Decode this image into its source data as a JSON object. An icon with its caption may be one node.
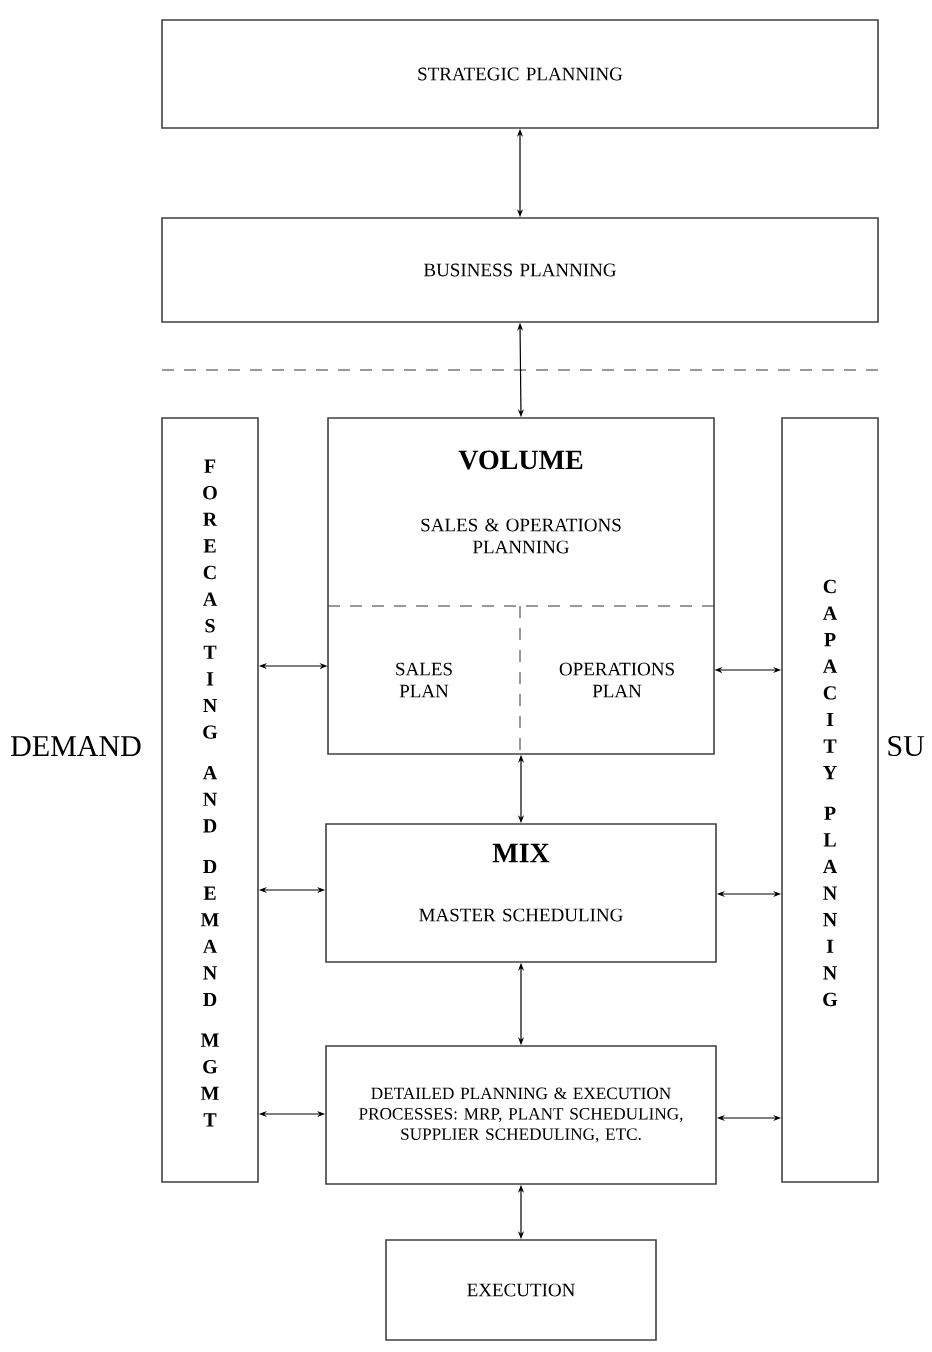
{
  "diagram": {
    "nodes": [
      {
        "text": [
          "STRATEGIC PLANNING"
        ]
      },
      {
        "text": [
          "BUSINESS PLANNING"
        ]
      },
      {
        "text": [
          "VOLUME",
          "SALES & OPERATIONS PLANNING"
        ]
      },
      {
        "text": [
          "SALES PLAN"
        ],
        "in": 2
      },
      {
        "text": [
          "OPERATIONS PLAN"
        ],
        "in": 2
      },
      {
        "text": [
          "FORECASTING AND DEMAND MGMT"
        ],
        "beside": [
          "DEMAND"
        ]
      },
      {
        "text": [
          "CAPACITY PLANNING"
        ],
        "beside": [
          "SU"
        ]
      },
      {
        "text": [
          "MIX",
          "MASTER SCHEDULING"
        ]
      },
      {
        "text": [
          "DETAILED PLANNING & EXECUTION PROCESSES: MRP, PLANT SCHEDULING, SUPPLIER SCHEDULING, ETC."
        ]
      },
      {
        "text": [
          "EXECUTION"
        ]
      }
    ],
    "edges": [
      {
        "from": 0,
        "to": 1,
        "arrow": "both"
      },
      {
        "from": 1,
        "to": 2,
        "arrow": "both"
      },
      {
        "from": 5,
        "to": 3,
        "arrow": "both"
      },
      {
        "from": 4,
        "to": 6,
        "arrow": "both"
      },
      {
        "from": 2,
        "to": 7,
        "arrow": "both"
      },
      {
        "from": 5,
        "to": 7,
        "arrow": "both"
      },
      {
        "from": 7,
        "to": 6,
        "arrow": "both"
      },
      {
        "from": 7,
        "to": 8,
        "arrow": "both"
      },
      {
        "from": 5,
        "to": 8,
        "arrow": "both"
      },
      {
        "from": 8,
        "to": 6,
        "arrow": "both"
      },
      {
        "from": 8,
        "to": 9,
        "arrow": "both"
      }
    ]
  }
}
